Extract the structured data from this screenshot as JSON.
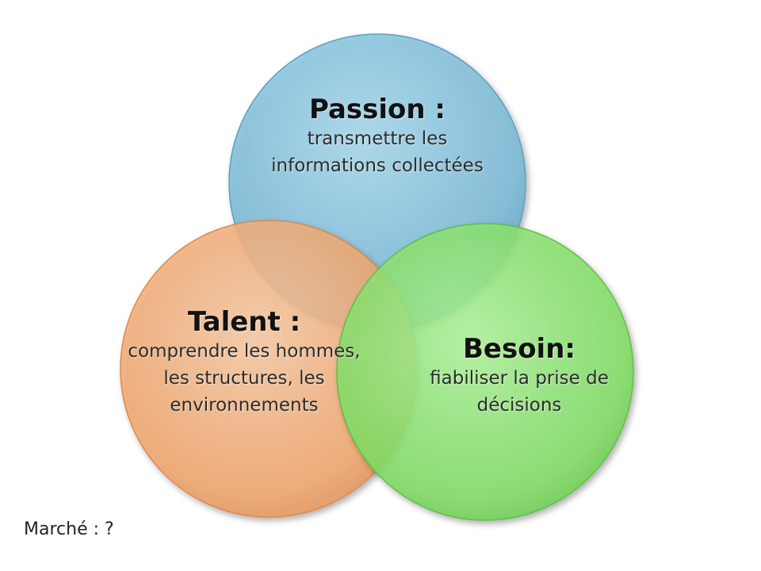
{
  "circles": {
    "passion": {
      "title": "Passion :",
      "description": "transmettre les informations collectées",
      "color": "#7fc1dc"
    },
    "talent": {
      "title": "Talent :",
      "description": "comprendre les hommes, les structures, les environnements",
      "color": "#f2a872"
    },
    "besoin": {
      "title": "Besoin:",
      "description": "fiabiliser la prise de décisions",
      "color": "#84e06a"
    }
  },
  "footer": {
    "text": "Marché : ?"
  }
}
